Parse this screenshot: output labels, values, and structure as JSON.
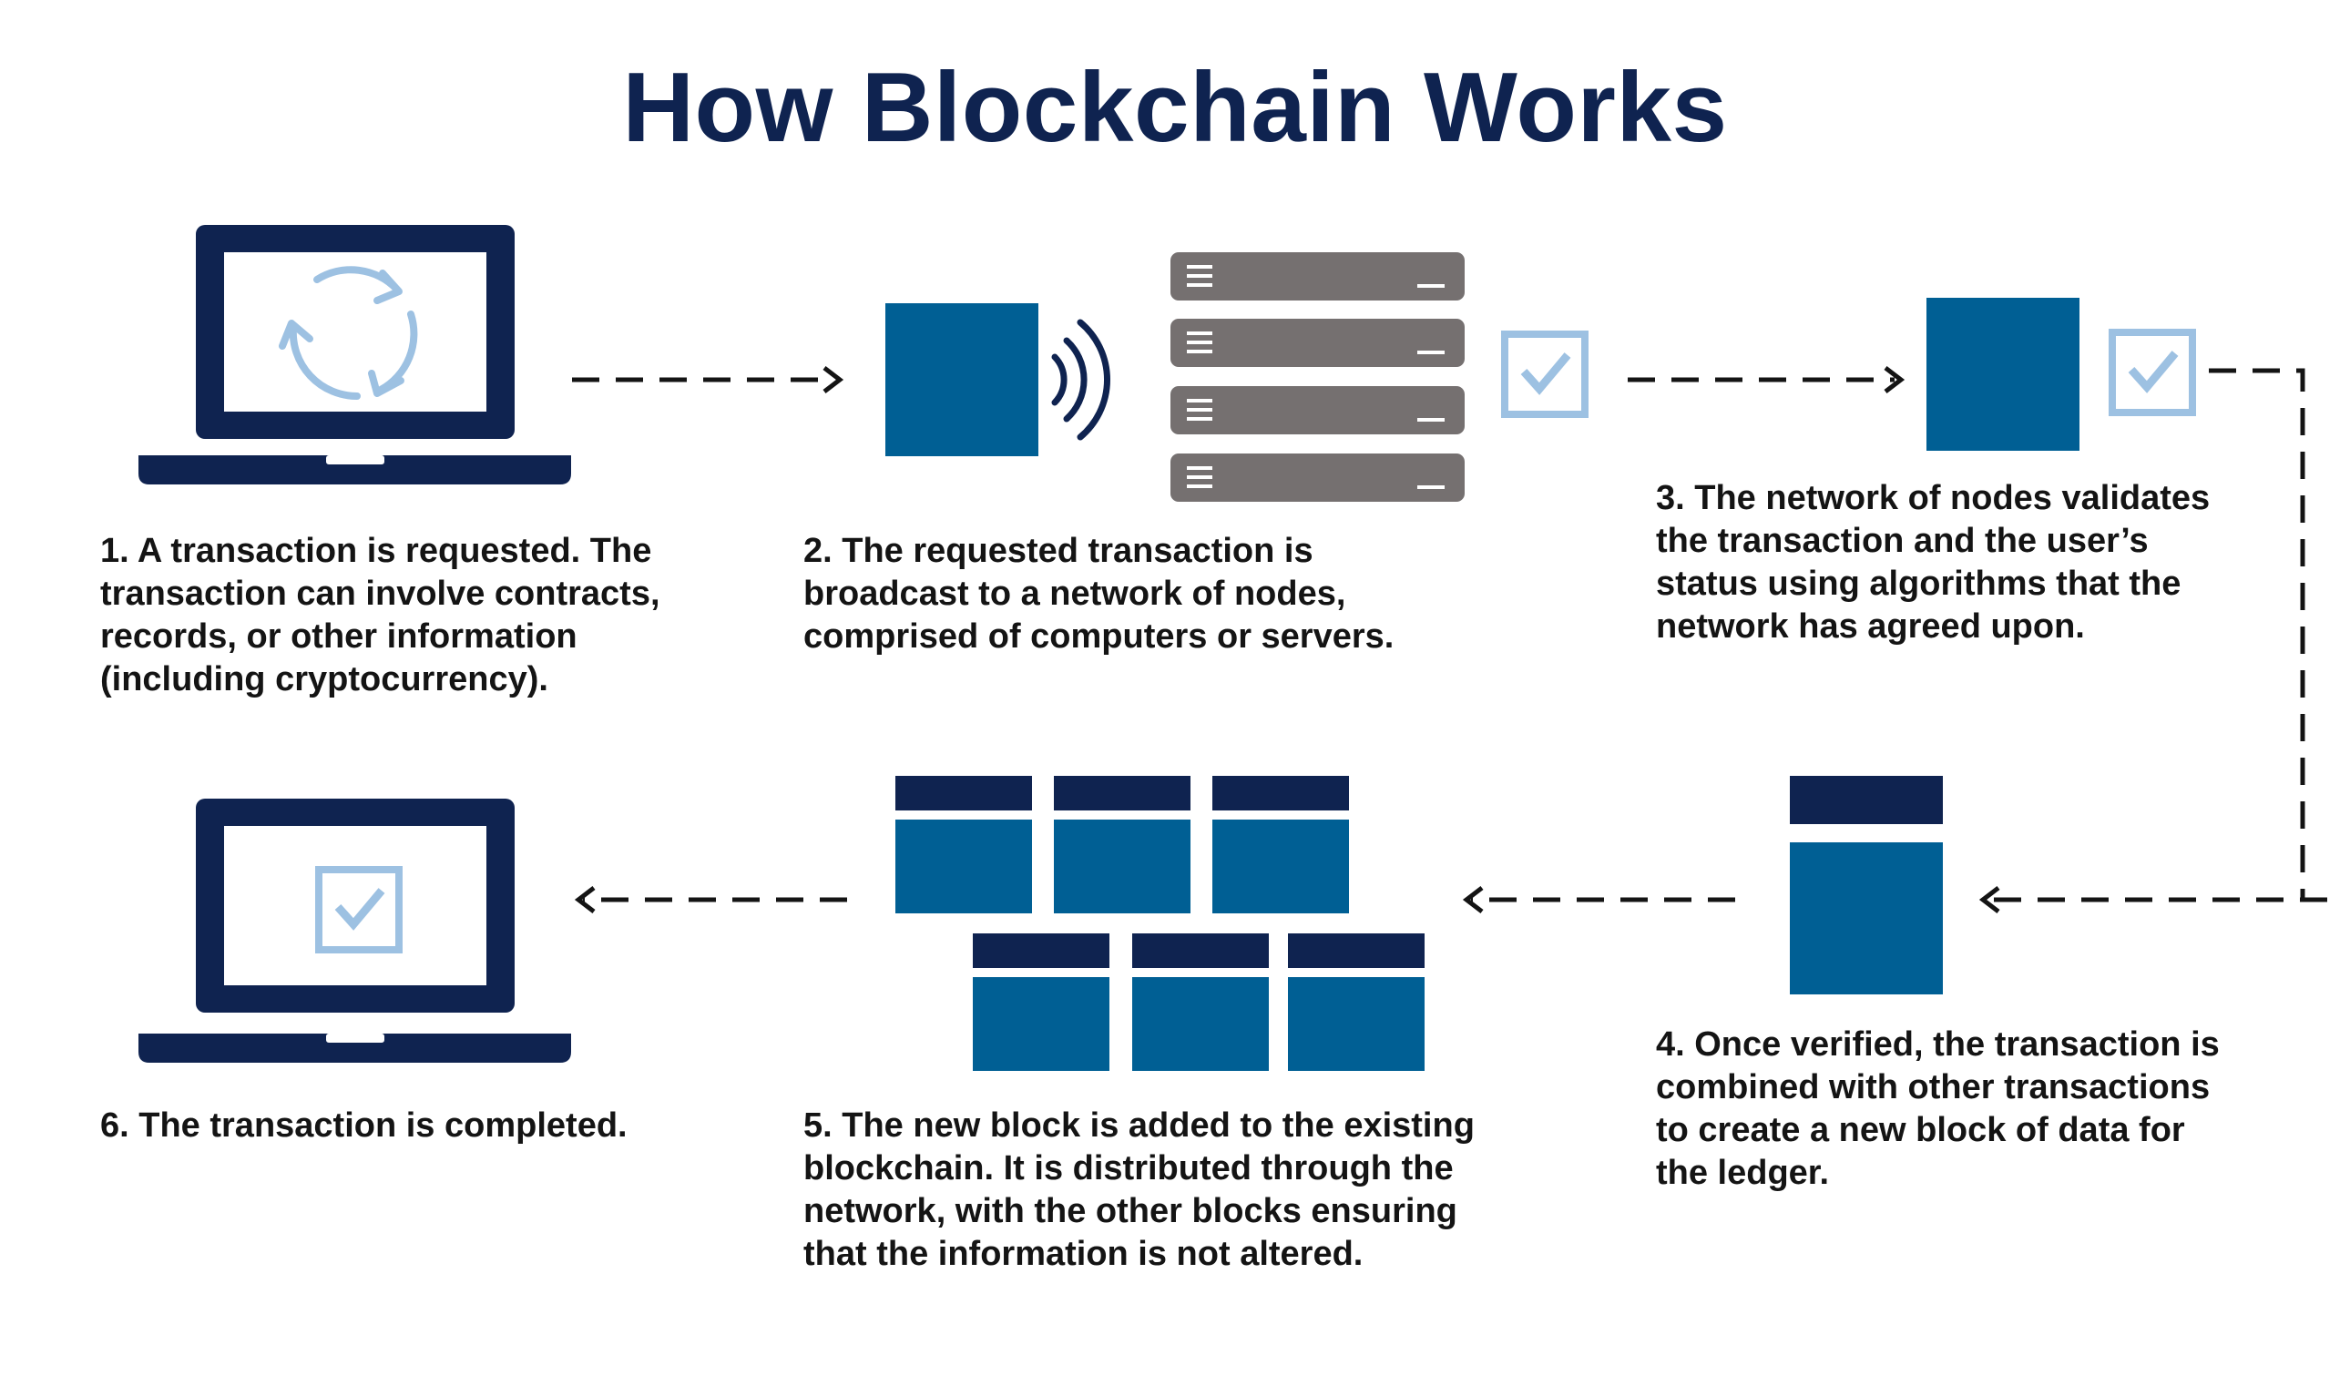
{
  "title": "How Blockchain Works",
  "colors": {
    "navy": "#0f2350",
    "blue": "#005f94",
    "light_blue": "#9dc1e2",
    "server_gray": "#757070",
    "text": "#141414"
  },
  "icons": [
    "laptop-icon",
    "refresh-icon",
    "wireless-node-icon",
    "server-rack-icon",
    "checkbox-icon",
    "block-icon",
    "blockchain-icon"
  ],
  "steps": [
    {
      "id": "1",
      "lines": [
        "1. A transaction is requested. The",
        "transaction can involve contracts,",
        "records, or other information",
        "(including cryptocurrency)."
      ]
    },
    {
      "id": "2",
      "lines": [
        "2. The requested transaction is",
        "broadcast to a network of nodes,",
        "comprised of computers or servers."
      ]
    },
    {
      "id": "3",
      "lines": [
        "3. The network of nodes validates",
        "the transaction and the user’s",
        "status using algorithms that the",
        "network has agreed upon."
      ]
    },
    {
      "id": "4",
      "lines": [
        "4. Once verified, the transaction is",
        "combined with other transactions",
        "to create a new block of data for",
        "the ledger."
      ]
    },
    {
      "id": "5",
      "lines": [
        "5. The new block is added to the existing",
        "blockchain. It is distributed through the",
        "network, with the other blocks ensuring",
        "that the information is not altered."
      ]
    },
    {
      "id": "6",
      "lines": [
        "6. The transaction is completed."
      ]
    }
  ]
}
